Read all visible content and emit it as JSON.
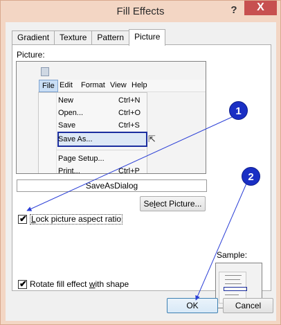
{
  "window": {
    "title": "Fill Effects",
    "help_label": "?",
    "close_label": "X"
  },
  "tabs": [
    {
      "label": "Gradient"
    },
    {
      "label": "Texture"
    },
    {
      "label": "Pattern"
    },
    {
      "label": "Picture"
    }
  ],
  "picture_section": {
    "label": "Picture:",
    "preview": {
      "menubar": [
        "File",
        "Edit",
        "Format",
        "View",
        "Help"
      ],
      "dropdown": [
        {
          "label": "New",
          "shortcut": "Ctrl+N"
        },
        {
          "label": "Open...",
          "shortcut": "Ctrl+O"
        },
        {
          "label": "Save",
          "shortcut": "Ctrl+S"
        },
        {
          "label": "Save As...",
          "shortcut": ""
        },
        {
          "label": "Page Setup...",
          "shortcut": ""
        },
        {
          "label": "Print...",
          "shortcut": "Ctrl+P"
        }
      ]
    },
    "file_name": "SaveAsDialog",
    "select_button": {
      "pre": "Se",
      "accel": "l",
      "post": "ect Picture..."
    }
  },
  "lock_aspect": {
    "checked": true,
    "pre": "",
    "accel": "L",
    "post": "ock picture aspect ratio"
  },
  "sample": {
    "label": "Sample:"
  },
  "rotate_fill": {
    "checked": true,
    "pre": "Rotate fill effect ",
    "accel": "w",
    "post": "ith shape"
  },
  "buttons": {
    "ok": "OK",
    "cancel": "Cancel"
  },
  "callouts": [
    {
      "number": "1"
    },
    {
      "number": "2"
    }
  ],
  "colors": {
    "titlebar": "#f3d6c4",
    "close": "#c75050",
    "callout": "#1a2fc4",
    "highlight_border": "#1b2e9f"
  }
}
